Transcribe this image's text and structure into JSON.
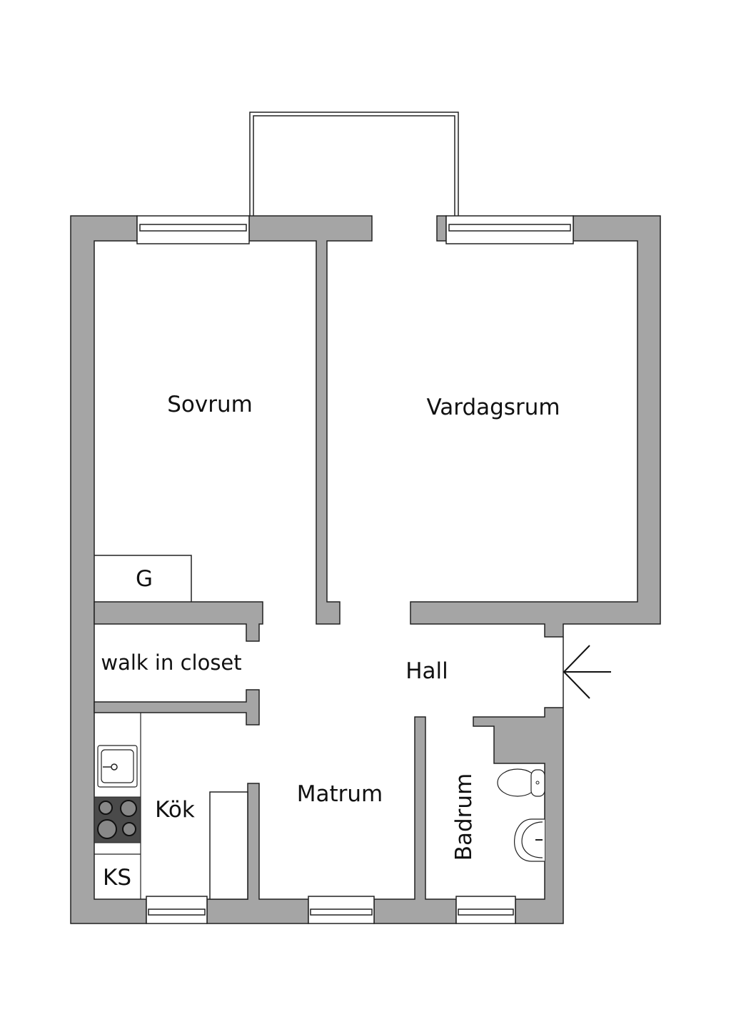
{
  "rooms": {
    "sovrum": "Sovrum",
    "vardagsrum": "Vardagsrum",
    "closet_g": "G",
    "walk_in_closet": "walk in closet",
    "hall": "Hall",
    "kok": "Kök",
    "matrum": "Matrum",
    "badrum": "Badrum",
    "ks": "KS"
  },
  "colors": {
    "wall": "#a5a5a5",
    "stove": "#4a4a4a",
    "line": "#222222"
  }
}
